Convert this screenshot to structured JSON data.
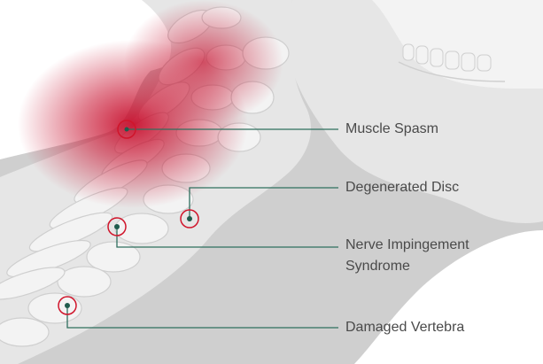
{
  "colors": {
    "background": "#ffffff",
    "body_shadow": "#cfcfcf",
    "skeleton_fill": "#e6e6e6",
    "bone": "#f3f3f3",
    "bone_stroke": "#ffffff",
    "inflammation": "#c8102e",
    "callout_line": "#2f6f5e",
    "marker_ring": "#d0152b",
    "marker_dot": "#1f5c4d",
    "label_text": "#4a4a4a"
  },
  "callouts": [
    {
      "id": "muscle-spasm",
      "label": "Muscle Spasm"
    },
    {
      "id": "degenerated-disc",
      "label": "Degenerated Disc"
    },
    {
      "id": "nerve-impingement",
      "label": "Nerve Impingement\nSyndrome",
      "lines": [
        "Nerve Impingement",
        "Syndrome"
      ]
    },
    {
      "id": "damaged-vertebra",
      "label": "Damaged Vertebra"
    }
  ]
}
